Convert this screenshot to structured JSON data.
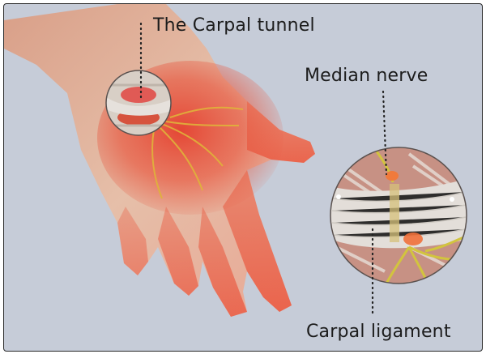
{
  "labels": {
    "carpal_tunnel": "The Carpal tunnel",
    "median_nerve": "Median nerve",
    "carpal_ligament": "Carpal ligament"
  },
  "colors": {
    "background": "#c6ccd8",
    "skin": "#e3b9a3",
    "inflammation": "#e4402e",
    "nerve": "#e0b33a",
    "ligament": "#d6d2cc",
    "tissue": "#c96a55"
  },
  "icons": [
    "hand-illustration",
    "zoom-lens-small",
    "zoom-lens-large"
  ]
}
